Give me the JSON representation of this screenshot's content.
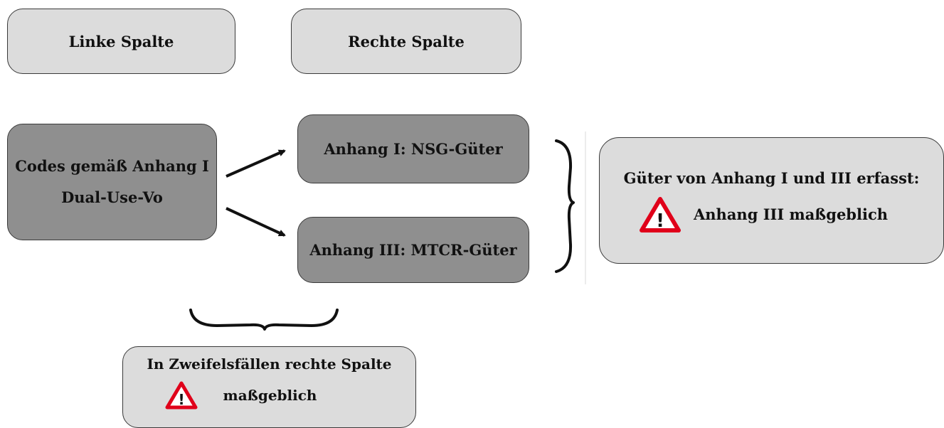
{
  "boxes": {
    "left_column": "Linke Spalte",
    "right_column": "Rechte Spalte",
    "codes_line1": "Codes gemäß Anhang I",
    "codes_line2": "Dual-Use-Vo",
    "annex1": "Anhang I: NSG-Güter",
    "annex3": "Anhang III: MTCR-Güter",
    "both_line1": "Güter von Anhang I und III erfasst:",
    "both_line2": "Anhang III maßgeblich",
    "doubt_line1": "In Zweifelsfällen rechte Spalte",
    "doubt_line2": "maßgeblich"
  },
  "icons": {
    "warning": "warning-triangle-icon",
    "arrow": "arrow-right-icon",
    "brace": "curly-brace-icon"
  },
  "colors": {
    "light_box": "#dcdcdc",
    "dark_box": "#8f8f8f",
    "warning_red": "#e0001a"
  }
}
